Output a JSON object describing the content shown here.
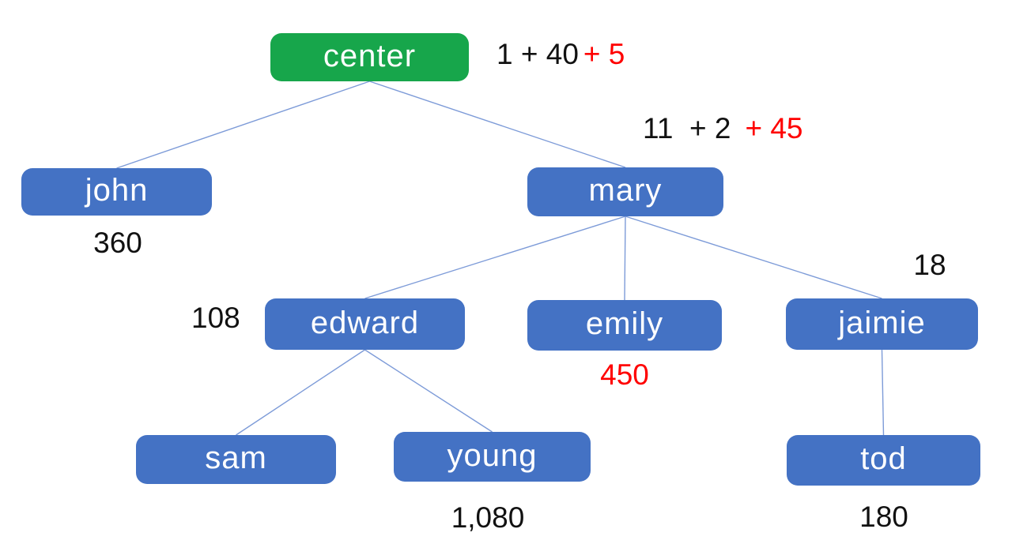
{
  "diagram": {
    "nodes": [
      {
        "id": "center",
        "label": "center",
        "variant": "green"
      },
      {
        "id": "john",
        "label": "john",
        "variant": "blue"
      },
      {
        "id": "mary",
        "label": "mary",
        "variant": "blue"
      },
      {
        "id": "edward",
        "label": "edward",
        "variant": "blue"
      },
      {
        "id": "emily",
        "label": "emily",
        "variant": "blue"
      },
      {
        "id": "jaimie",
        "label": "jaimie",
        "variant": "blue"
      },
      {
        "id": "sam",
        "label": "sam",
        "variant": "blue"
      },
      {
        "id": "young",
        "label": "young",
        "variant": "blue"
      },
      {
        "id": "tod",
        "label": "tod",
        "variant": "blue"
      }
    ],
    "edges": [
      [
        "center",
        "john"
      ],
      [
        "center",
        "mary"
      ],
      [
        "mary",
        "edward"
      ],
      [
        "mary",
        "emily"
      ],
      [
        "mary",
        "jaimie"
      ],
      [
        "edward",
        "sam"
      ],
      [
        "edward",
        "young"
      ],
      [
        "jaimie",
        "tod"
      ]
    ],
    "annotations": [
      {
        "id": "center-calc",
        "parts": [
          {
            "text": "1 + 40",
            "color": "#111111"
          },
          {
            "text": "+ 5",
            "color": "#ff0000"
          }
        ]
      },
      {
        "id": "mary-calc",
        "parts": [
          {
            "text": "11  + 2",
            "color": "#111111"
          },
          {
            "text": "+ 45",
            "color": "#ff0000"
          }
        ]
      },
      {
        "id": "john-value",
        "parts": [
          {
            "text": "360",
            "color": "#111111"
          }
        ]
      },
      {
        "id": "edward-value",
        "parts": [
          {
            "text": "108",
            "color": "#111111"
          }
        ]
      },
      {
        "id": "emily-value",
        "parts": [
          {
            "text": "450",
            "color": "#ff0000"
          }
        ]
      },
      {
        "id": "jaimie-value",
        "parts": [
          {
            "text": "18",
            "color": "#111111"
          }
        ]
      },
      {
        "id": "young-value",
        "parts": [
          {
            "text": "1,080",
            "color": "#111111"
          }
        ]
      },
      {
        "id": "tod-value",
        "parts": [
          {
            "text": "180",
            "color": "#111111"
          }
        ]
      }
    ],
    "colors": {
      "green": "#17a64b",
      "blue": "#4472c4",
      "line": "#7d9bd8",
      "red": "#ff0000",
      "text_black": "#111111",
      "node_text": "#ffffff"
    }
  }
}
